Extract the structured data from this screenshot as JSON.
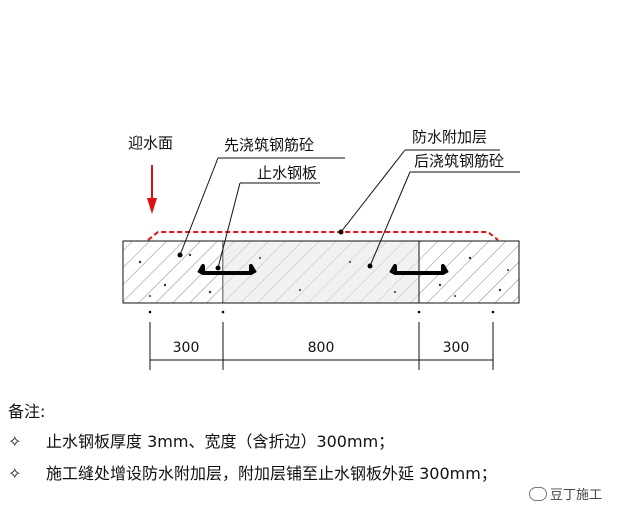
{
  "diagram": {
    "labels": {
      "water_face": "迎水面",
      "first_pour": "先浇筑钢筋砼",
      "water_stop": "止水钢板",
      "waterproof_layer": "防水附加层",
      "post_pour": "后浇筑钢筋砼"
    },
    "dimensions": [
      "300",
      "800",
      "300"
    ],
    "colors": {
      "accent": "#e01010",
      "line": "#111111",
      "hatch": "#8a8a8a"
    }
  },
  "notes": {
    "title": "备注:",
    "items": [
      {
        "bullet": "✧",
        "text": "止水钢板厚度 3mm、宽度（含折边）300mm；"
      },
      {
        "bullet": "✧",
        "text": "施工缝处增设防水附加层，附加层铺至止水钢板外延 300mm；"
      }
    ]
  },
  "watermark": {
    "text": "豆丁施工",
    "icon": "wechat-icon"
  }
}
